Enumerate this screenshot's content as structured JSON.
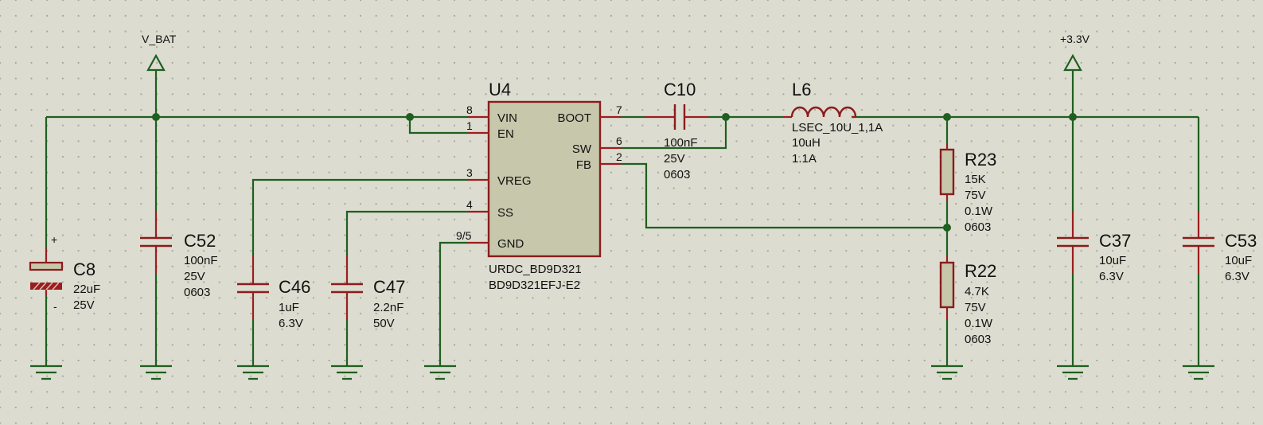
{
  "power": {
    "vbat": "V_BAT",
    "v33": "+3.3V"
  },
  "u4": {
    "ref": "U4",
    "part": "URDC_BD9D321",
    "value": "BD9D321EFJ-E2",
    "pins": {
      "vin": {
        "name": "VIN",
        "num": "8"
      },
      "en": {
        "name": "EN",
        "num": "1"
      },
      "vreg": {
        "name": "VREG",
        "num": "3"
      },
      "ss": {
        "name": "SS",
        "num": "4"
      },
      "gnd": {
        "name": "GND",
        "num": "9/5"
      },
      "boot": {
        "name": "BOOT",
        "num": "7"
      },
      "sw": {
        "name": "SW",
        "num": "6"
      },
      "fb": {
        "name": "FB",
        "num": "2"
      }
    }
  },
  "c10": {
    "ref": "C10",
    "value": "100nF",
    "voltage": "25V",
    "package": "0603"
  },
  "l6": {
    "ref": "L6",
    "part": "LSEC_10U_1,1A",
    "value": "10uH",
    "current": "1.1A"
  },
  "r23": {
    "ref": "R23",
    "value": "15K",
    "voltage": "75V",
    "power": "0.1W",
    "package": "0603"
  },
  "r22": {
    "ref": "R22",
    "value": "4.7K",
    "voltage": "75V",
    "power": "0.1W",
    "package": "0603"
  },
  "c8": {
    "ref": "C8",
    "value": "22uF",
    "voltage": "25V",
    "plus": "+",
    "minus": "-"
  },
  "c52": {
    "ref": "C52",
    "value": "100nF",
    "voltage": "25V",
    "package": "0603"
  },
  "c46": {
    "ref": "C46",
    "value": "1uF",
    "voltage": "6.3V"
  },
  "c47": {
    "ref": "C47",
    "value": "2.2nF",
    "voltage": "50V"
  },
  "c37": {
    "ref": "C37",
    "value": "10uF",
    "voltage": "6.3V"
  },
  "c53": {
    "ref": "C53",
    "value": "10uF",
    "voltage": "6.3V"
  }
}
